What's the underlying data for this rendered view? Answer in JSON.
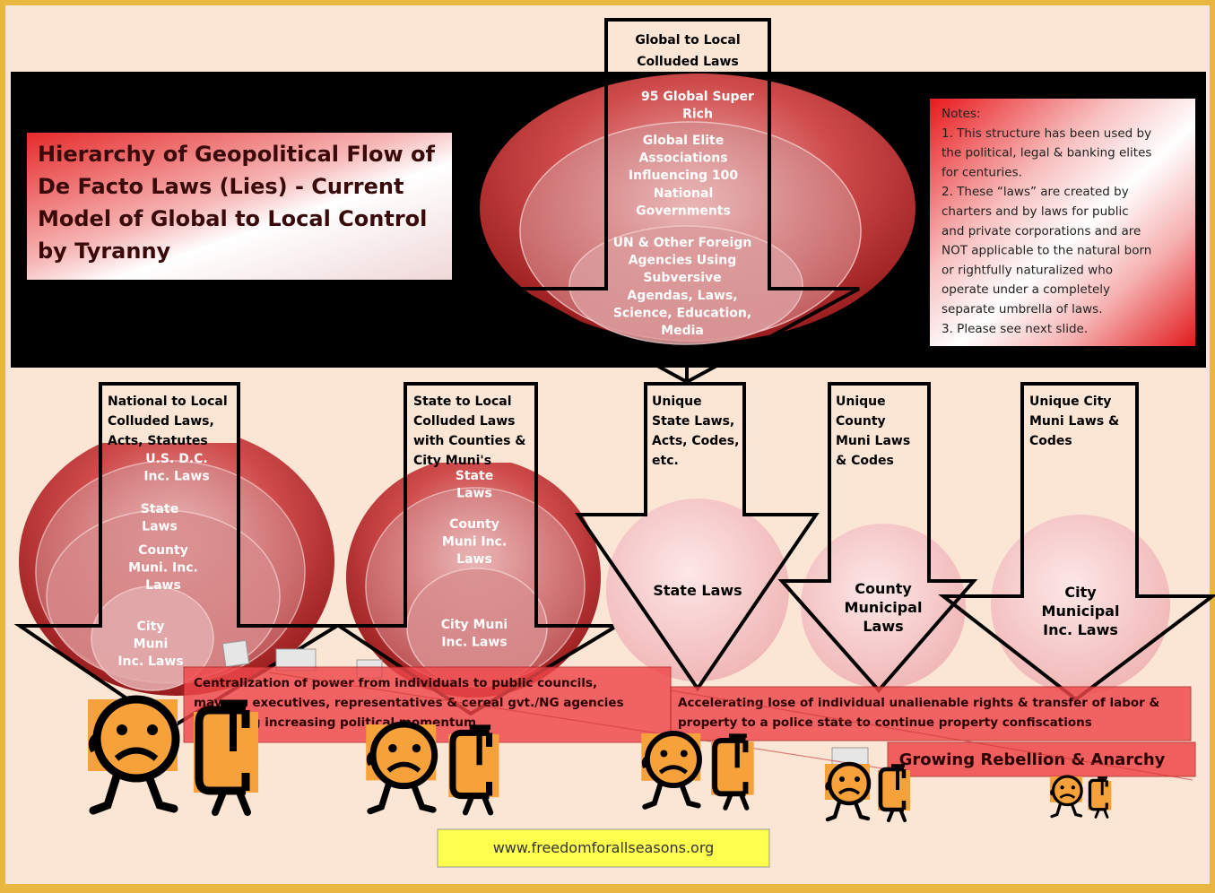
{
  "title": [
    "Hierarchy of Geopolitical Flow of",
    "De Facto Laws (Lies) - Current",
    "Model of Global to Local Control",
    "by Tyranny"
  ],
  "notes": [
    "Notes:",
    "1. This structure has been used by",
    "the political, legal & banking elites",
    "for centuries.",
    "2. These “laws” are created by",
    "charters and by laws for public",
    "and private corporations and are",
    "NOT applicable to the natural born",
    "or rightfully naturalized who",
    "operate under a completely",
    "separate umbrella of laws.",
    "3. Please see next slide."
  ],
  "top_arrow": {
    "label": [
      "Global to Local",
      "Colluded Laws"
    ],
    "rings": [
      [
        "95 Global Super",
        "Rich"
      ],
      [
        "Global Elite",
        "Associations",
        "Influencing  100",
        "National",
        "Governments"
      ],
      [
        "UN & Other Foreign",
        "Agencies Using",
        "Subversive",
        "Agendas, Laws,",
        "Science, Education,",
        "Media"
      ]
    ]
  },
  "national": {
    "label": [
      "National to Local",
      "Colluded Laws,",
      "Acts, Statutes"
    ],
    "rings": [
      [
        "U.S. D.C.",
        "Inc. Laws"
      ],
      [
        "State",
        "Laws"
      ],
      [
        "County",
        "Muni. Inc.",
        "Laws"
      ],
      [
        "City",
        "Muni",
        "Inc. Laws"
      ]
    ]
  },
  "state_local": {
    "label": [
      "State to Local",
      "Colluded Laws",
      "with Counties &",
      "City Muni's"
    ],
    "rings": [
      [
        "State",
        "Laws"
      ],
      [
        "County",
        "Muni Inc.",
        "Laws"
      ],
      [
        "City Muni",
        "Inc. Laws"
      ]
    ]
  },
  "unique_state": {
    "label": [
      "Unique",
      "State Laws,",
      "Acts, Codes,",
      "etc."
    ],
    "circle": [
      "State Laws"
    ]
  },
  "unique_county": {
    "label": [
      "Unique",
      "County",
      "Muni Laws",
      "& Codes"
    ],
    "circle": [
      "County",
      "Municipal",
      "Laws"
    ]
  },
  "unique_city": {
    "label": [
      "Unique City",
      "Muni Laws &",
      "Codes"
    ],
    "circle": [
      "City",
      "Municipal",
      "Inc. Laws"
    ]
  },
  "bars": {
    "centralization": [
      "Centralization of power from individuals to public councils,",
      "mayors, executives, representatives & cereal gvt./NG agencies",
      "gathering increasing political momentum"
    ],
    "accelerating": [
      "Accelerating lose of individual unalienable rights & transfer of labor &",
      "property to a police state to continue property confiscations"
    ],
    "rebellion": "Growing Rebellion & Anarchy"
  },
  "figures": [
    {
      "type": "person-with-clamp",
      "size": "large"
    },
    {
      "type": "person-with-clamp",
      "size": "medium"
    },
    {
      "type": "person-with-clamp",
      "size": "medium-small"
    },
    {
      "type": "person-with-clamp",
      "size": "small"
    },
    {
      "type": "person-with-clamp",
      "size": "tiny"
    }
  ],
  "website": "www.freedomforallseasons.org",
  "colors": {
    "frame": "#e9b640",
    "background": "#fbe6d6",
    "black_band": "#000000",
    "crimson": "#c0292b",
    "bar_red": "#f0474a",
    "figure_orange": "#f7a13a",
    "url_box": "#ffff4d"
  }
}
